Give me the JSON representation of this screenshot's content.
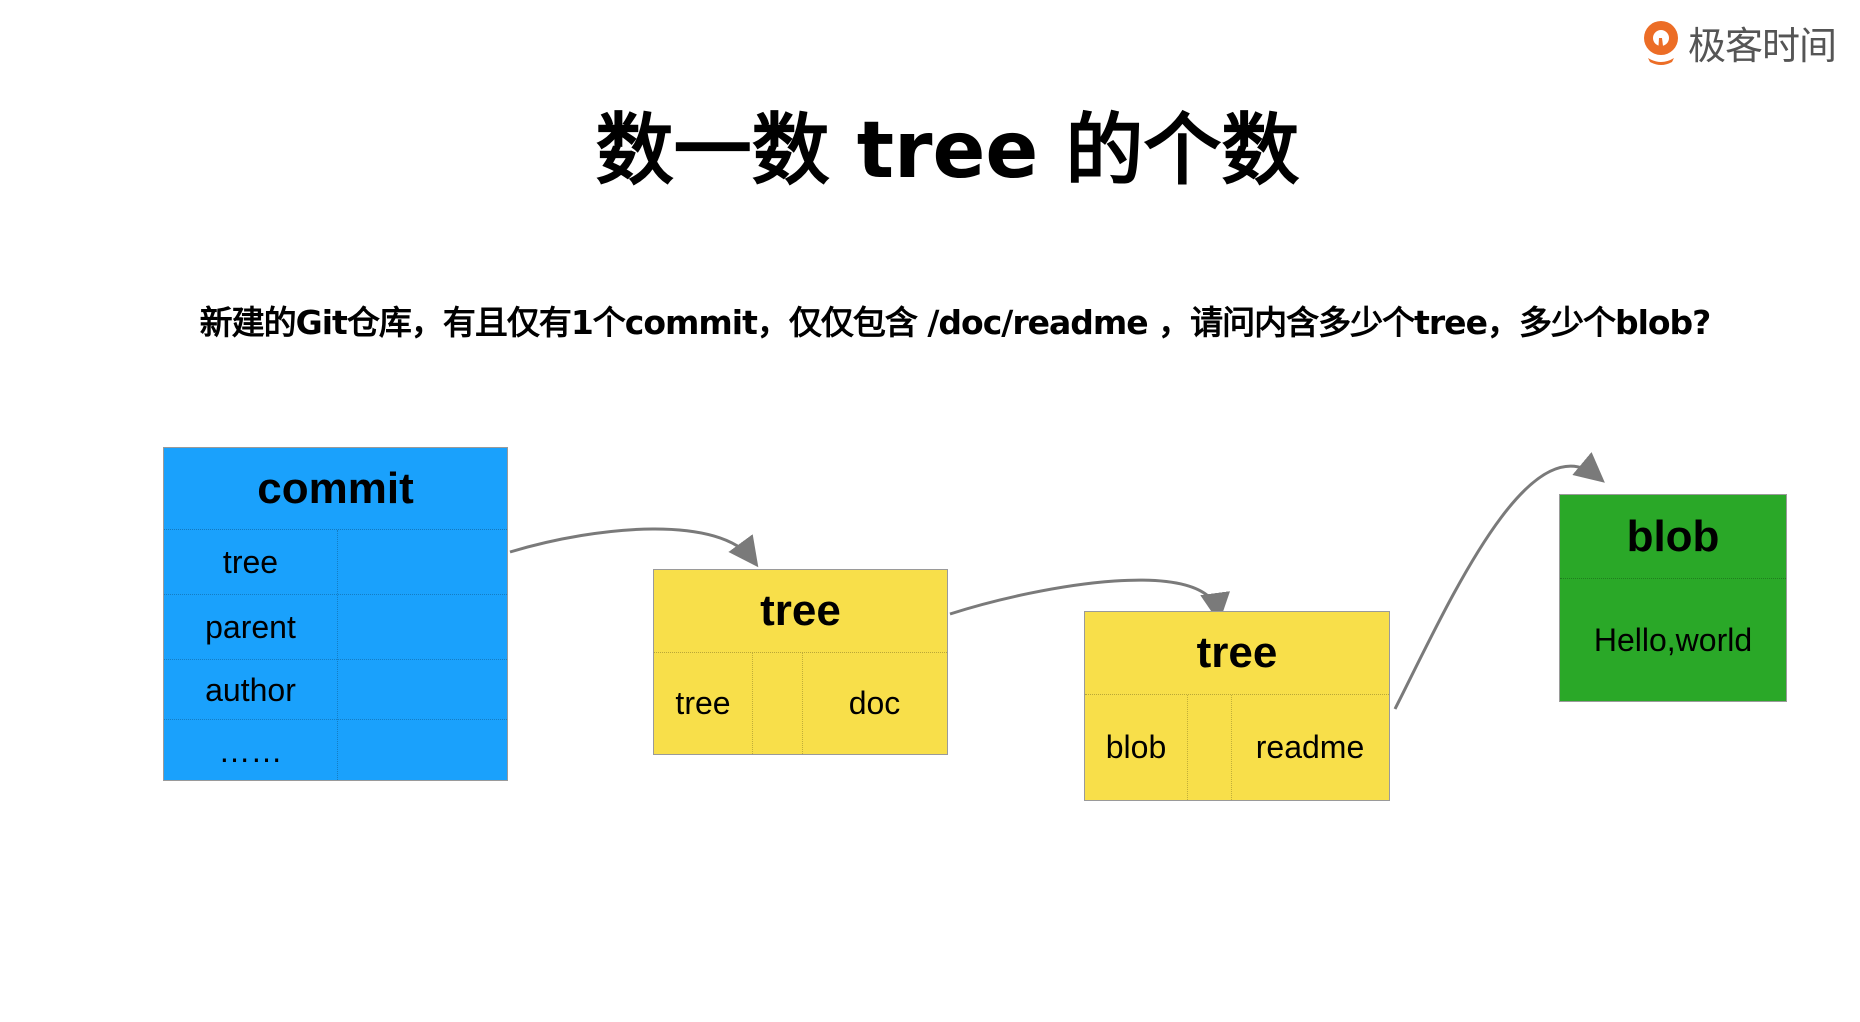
{
  "logo": {
    "text": "极客时间",
    "icon": "geektime-logo-icon",
    "color": "#e8732a"
  },
  "title": "数一数 tree 的个数",
  "question": "新建的Git仓库，有且仅有1个commit，仅仅包含 /doc/readme ，请问内含多少个tree，多少个blob?",
  "colors": {
    "commit": "#1aa1fc",
    "tree": "#f8df4a",
    "blob": "#2aa828",
    "arrow": "#7a7a7a"
  },
  "commit": {
    "title": "commit",
    "fields": [
      "tree",
      "parent",
      "author",
      "……"
    ]
  },
  "tree1": {
    "title": "tree",
    "cells": [
      "tree",
      "doc"
    ]
  },
  "tree2": {
    "title": "tree",
    "cells": [
      "blob",
      "readme"
    ]
  },
  "blob": {
    "title": "blob",
    "content": "Hello,world"
  }
}
